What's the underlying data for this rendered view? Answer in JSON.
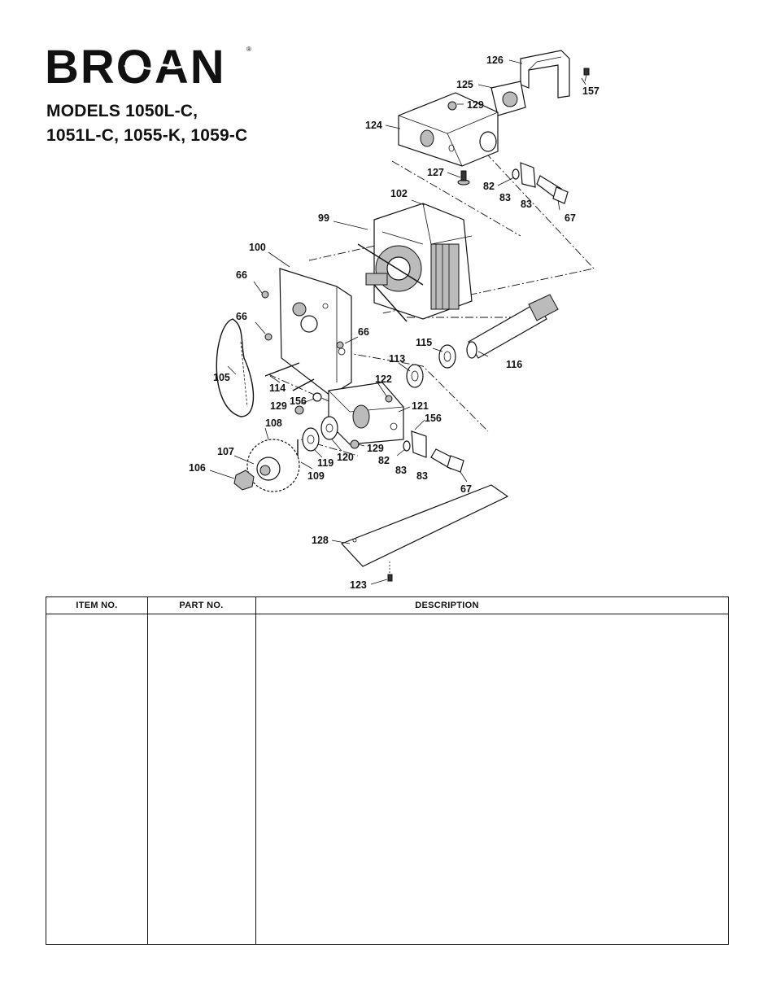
{
  "brand": {
    "name": "BROAN",
    "registered": "®"
  },
  "models": {
    "line1": "MODELS 1050L-C,",
    "line2": "1051L-C, 1055-K, 1059-C"
  },
  "callouts": [
    "126",
    "125",
    "157",
    "129",
    "124",
    "127",
    "82",
    "83",
    "83",
    "67",
    "102",
    "99",
    "100",
    "66",
    "66",
    "66",
    "105",
    "115",
    "116",
    "113",
    "122",
    "114",
    "156",
    "129",
    "121",
    "156",
    "108",
    "107",
    "129",
    "120",
    "119",
    "109",
    "82",
    "83",
    "83",
    "67",
    "106",
    "128",
    "123"
  ],
  "table": {
    "headers": {
      "item_no": "ITEM NO.",
      "part_no": "PART NO.",
      "description": "DESCRIPTION"
    }
  }
}
